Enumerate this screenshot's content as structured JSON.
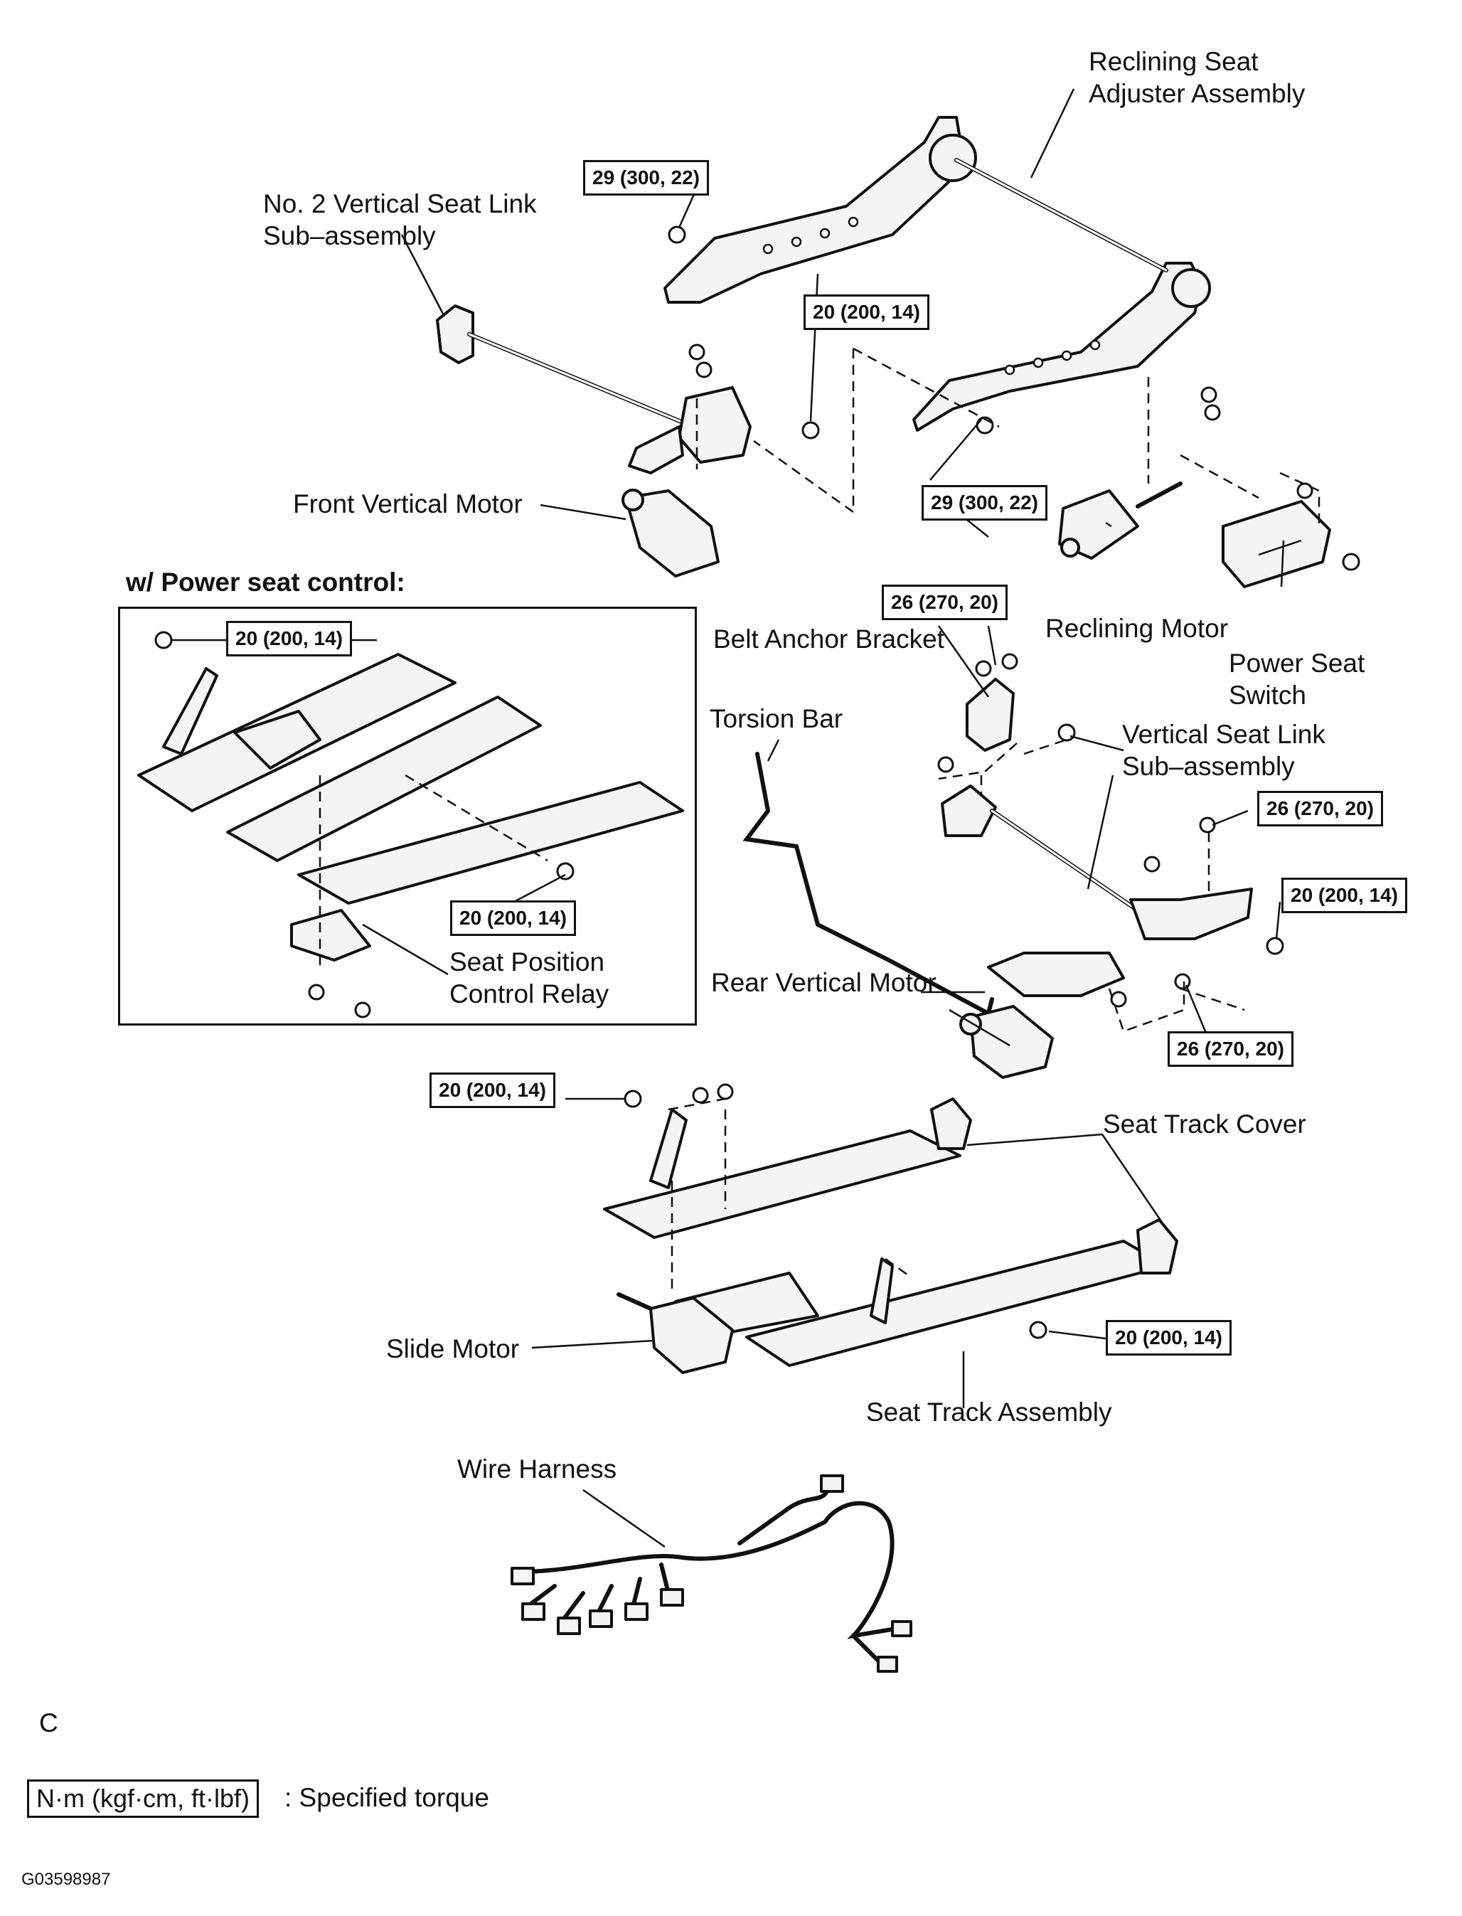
{
  "labels": {
    "reclining_adjuster": "Reclining Seat\nAdjuster Assembly",
    "no2_vertical_link": "No. 2 Vertical Seat Link\nSub–assembly",
    "front_vertical_motor": "Front Vertical Motor",
    "power_seat_control_heading": "w/ Power seat control:",
    "reclining_motor": "Reclining Motor",
    "power_seat_switch": "Power Seat\nSwitch",
    "belt_anchor_bracket": "Belt Anchor Bracket",
    "torsion_bar": "Torsion Bar",
    "vertical_link": "Vertical Seat Link\nSub–assembly",
    "seat_position_relay": "Seat Position\nControl Relay",
    "rear_vertical_motor": "Rear Vertical Motor",
    "seat_track_cover": "Seat Track Cover",
    "slide_motor": "Slide Motor",
    "seat_track_assembly": "Seat Track Assembly",
    "wire_harness": "Wire Harness",
    "corner_letter": "C",
    "figure_id": "G03598987"
  },
  "torques": {
    "t_29_a": "29 (300, 22)",
    "t_29_b": "29 (300, 22)",
    "t_20_front": "20 (200, 14)",
    "t_20_inset_a": "20 (200, 14)",
    "t_20_inset_b": "20 (200, 14)",
    "t_26_belt": "26 (270, 20)",
    "t_26_link": "26 (270, 20)",
    "t_26_rear": "26 (270, 20)",
    "t_20_rear": "20 (200, 14)",
    "t_20_track_a": "20 (200, 14)",
    "t_20_track_b": "20 (200, 14)"
  },
  "legend": {
    "unit": "N·m (kgf·cm, ft·lbf)",
    "text": ": Specified torque"
  }
}
